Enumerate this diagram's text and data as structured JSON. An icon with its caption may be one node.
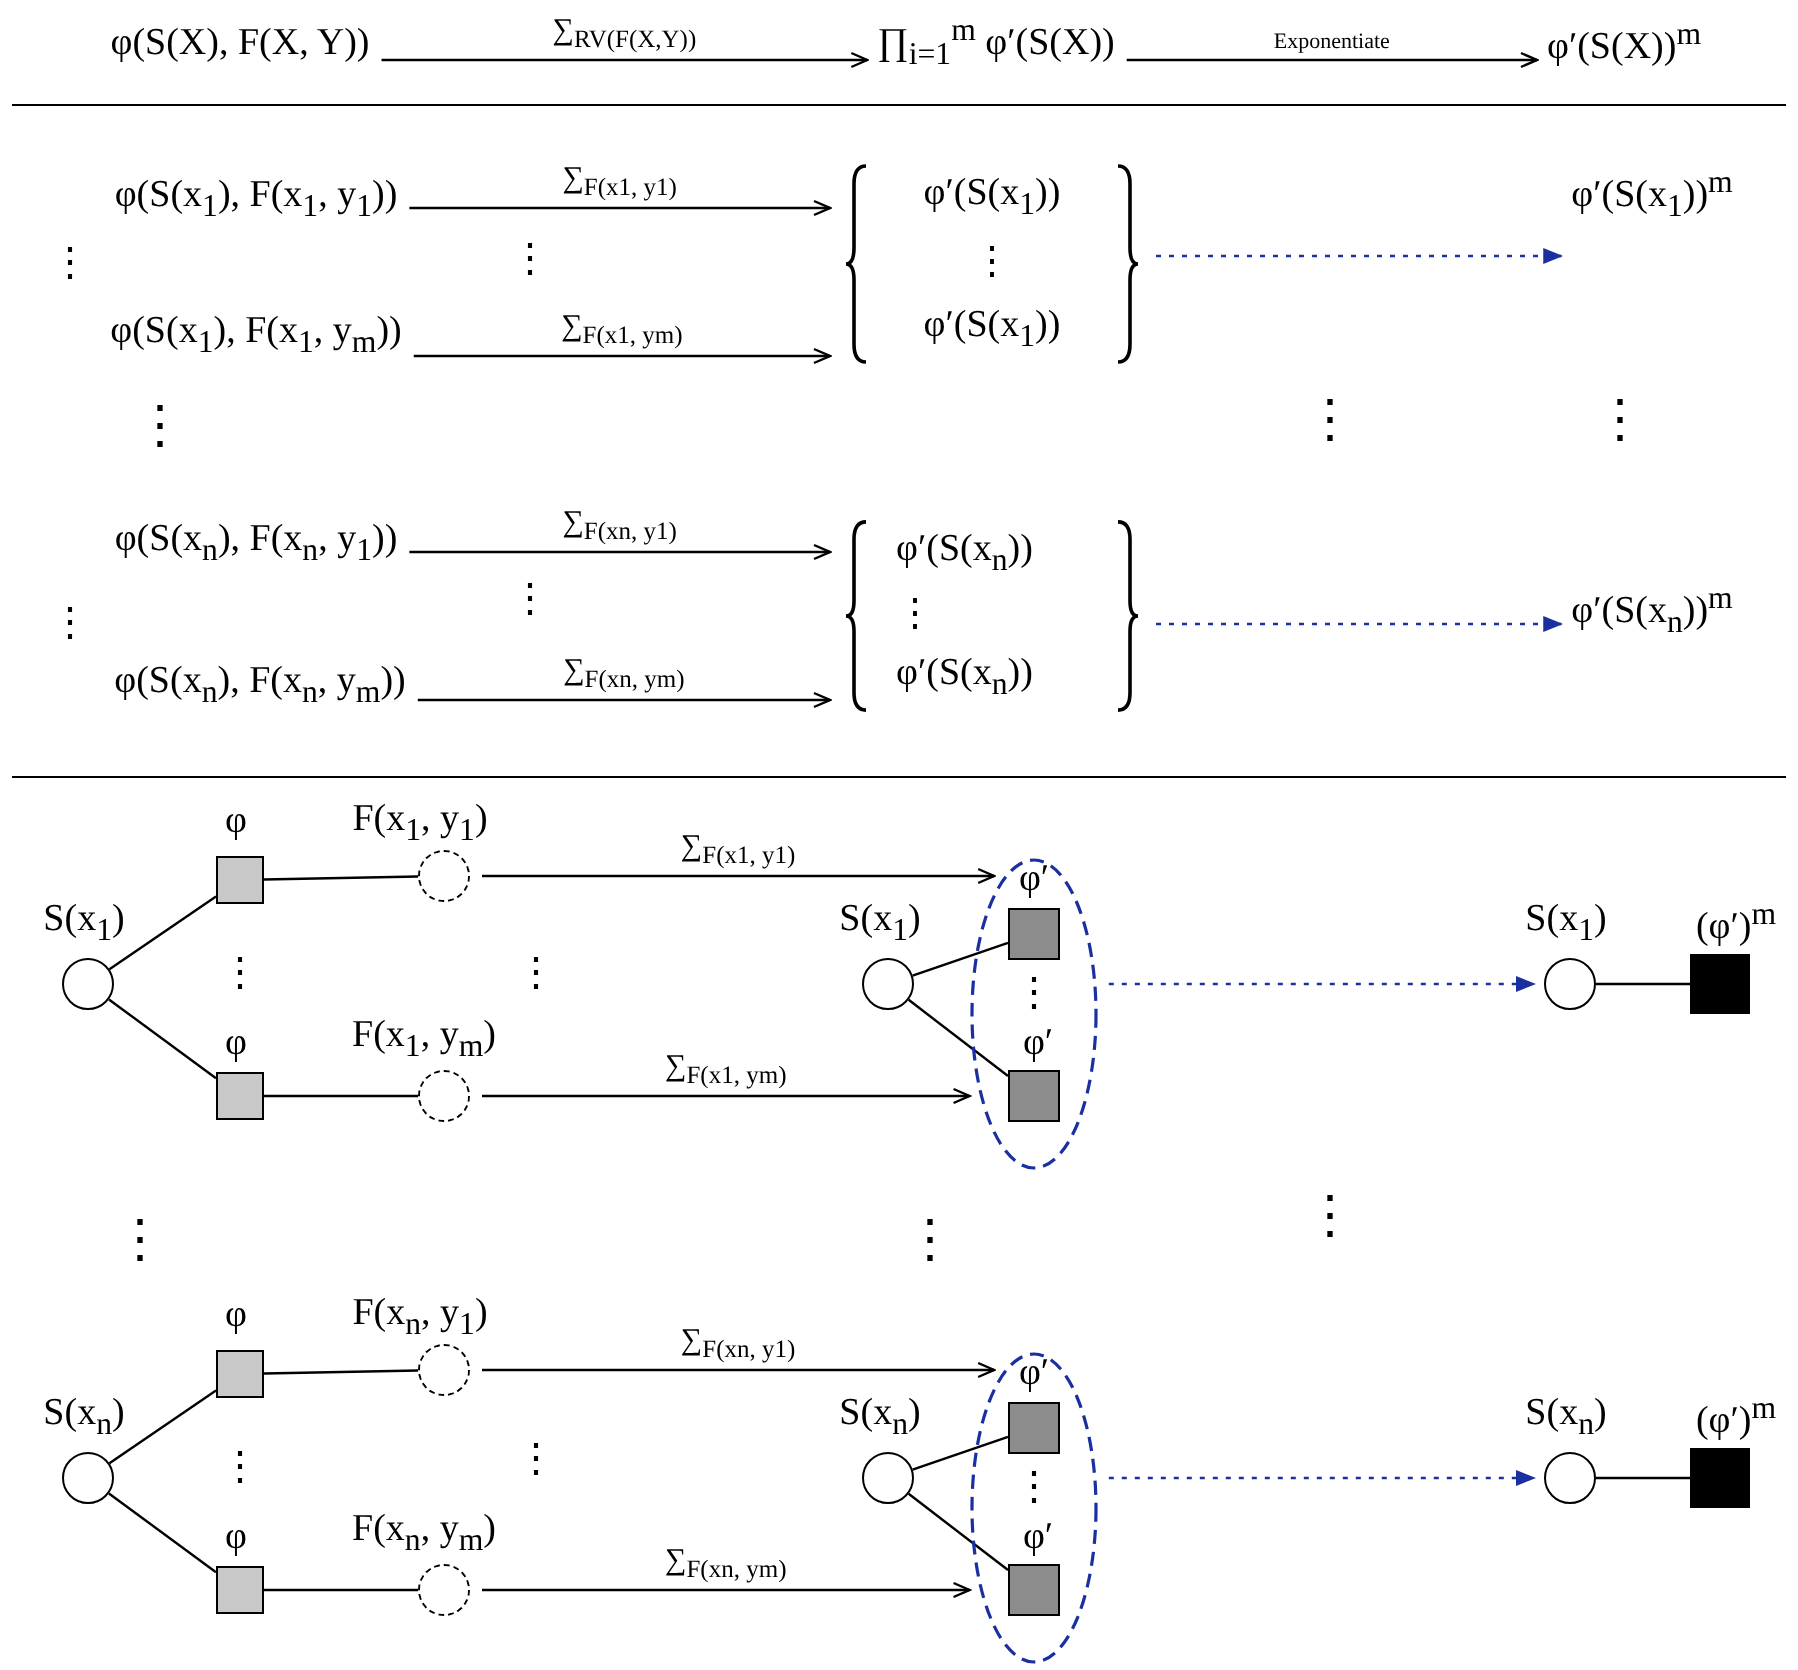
{
  "diagram": {
    "nodes": [
      {
        "text": [
          "φ(S(X), F(X, Y))"
        ]
      },
      {
        "text": [
          "∏$_{i=1}$$^{m}$ φ′(S(X))"
        ]
      },
      {
        "text": [
          "φ′(S(X))$^{m}$"
        ]
      },
      {
        "text": [
          "φ(S(x$_{1}$), F(x$_{1}$, y$_{1}$))"
        ]
      },
      {
        "text": [
          "φ(S(x$_{1}$), F(x$_{1}$, y$_{m}$))"
        ]
      },
      {
        "text": [
          "φ′(S(x$_{1}$))",
          "⋮",
          "φ′(S(x$_{1}$))"
        ]
      },
      {
        "text": [
          "φ′(S(x$_{1}$))$^{m}$"
        ]
      },
      {
        "text": [
          "φ(S(x$_{n}$), F(x$_{n}$, y$_{1}$))"
        ]
      },
      {
        "text": [
          "φ(S(x$_{n}$), F(x$_{n}$, y$_{m}$))"
        ]
      },
      {
        "text": [
          "φ′(S(x$_{n}$))",
          "⋮",
          "φ′(S(x$_{n}$))"
        ]
      },
      {
        "text": [
          "φ′(S(x$_{n}$))$^{m}$"
        ]
      },
      {
        "text": [],
        "shape": "circle",
        "beside": [
          "S(x$_{1}$)"
        ]
      },
      {
        "text": [],
        "shape": "box",
        "beside": [
          "φ"
        ]
      },
      {
        "text": [],
        "shape": "circle",
        "beside": [
          "F(x$_{1}$, y$_{1}$)"
        ]
      },
      {
        "text": [],
        "shape": "box",
        "beside": [
          "φ"
        ]
      },
      {
        "text": [],
        "shape": "circle",
        "beside": [
          "F(x$_{1}$, y$_{m}$)"
        ]
      },
      {
        "text": [],
        "shape": "circle",
        "beside": [
          "S(x$_{1}$)"
        ]
      },
      {
        "text": [],
        "shape": "ellipse"
      },
      {
        "text": [],
        "shape": "box",
        "in": 17,
        "beside": [
          "φ′"
        ]
      },
      {
        "text": [],
        "shape": "box",
        "in": 17,
        "beside": [
          "φ′"
        ]
      },
      {
        "text": [],
        "shape": "circle",
        "beside": [
          "S(x$_{1}$)"
        ]
      },
      {
        "text": [],
        "shape": "box",
        "beside": [
          "(φ′)$^{m}$"
        ]
      },
      {
        "text": [],
        "shape": "circle",
        "beside": [
          "S(x$_{n}$)"
        ]
      },
      {
        "text": [],
        "shape": "box",
        "beside": [
          "φ"
        ]
      },
      {
        "text": [],
        "shape": "circle",
        "beside": [
          "F(x$_{n}$, y$_{1}$)"
        ]
      },
      {
        "text": [],
        "shape": "box",
        "beside": [
          "φ"
        ]
      },
      {
        "text": [],
        "shape": "circle",
        "beside": [
          "F(x$_{n}$, y$_{m}$)"
        ]
      },
      {
        "text": [],
        "shape": "circle",
        "beside": [
          "S(x$_{n}$)"
        ]
      },
      {
        "text": [],
        "shape": "ellipse"
      },
      {
        "text": [],
        "shape": "box",
        "in": 28,
        "beside": [
          "φ′"
        ]
      },
      {
        "text": [],
        "shape": "box",
        "in": 28,
        "beside": [
          "φ′"
        ]
      },
      {
        "text": [],
        "shape": "circle",
        "beside": [
          "S(x$_{n}$)"
        ]
      },
      {
        "text": [],
        "shape": "box",
        "beside": [
          "(φ′)$^{m}$"
        ]
      }
    ],
    "edges": [
      {
        "from": 0,
        "to": 1,
        "arrow": "to",
        "label": "∑$_{RV(F(X,Y))}$"
      },
      {
        "from": 1,
        "to": 2,
        "arrow": "to",
        "label": "Exponentiate"
      },
      {
        "from": 3,
        "to": 5,
        "arrow": "to",
        "label": "∑$_{F(x1, y1)}$"
      },
      {
        "from": 4,
        "to": 5,
        "arrow": "to",
        "label": "∑$_{F(x1, ym)}$"
      },
      {
        "from": 5,
        "to": 6,
        "arrow": "to",
        "style": "dashed",
        "color": "#1a2fa0"
      },
      {
        "from": 7,
        "to": 9,
        "arrow": "to",
        "label": "∑$_{F(xn, y1)}$"
      },
      {
        "from": 8,
        "to": 9,
        "arrow": "to",
        "label": "∑$_{F(xn, ym)}$"
      },
      {
        "from": 9,
        "to": 10,
        "arrow": "to",
        "style": "dashed",
        "color": "#1a2fa0"
      },
      {
        "from": 11,
        "to": 12,
        "arrow": "none"
      },
      {
        "from": 12,
        "to": 13,
        "arrow": "none"
      },
      {
        "from": 11,
        "to": 14,
        "arrow": "none"
      },
      {
        "from": 14,
        "to": 15,
        "arrow": "none"
      },
      {
        "from": 13,
        "to": 17,
        "arrow": "to",
        "label": "∑$_{F(x1, y1)}$"
      },
      {
        "from": 15,
        "to": 17,
        "arrow": "to",
        "label": "∑$_{F(x1, ym)}$"
      },
      {
        "from": 16,
        "to": 18,
        "arrow": "none"
      },
      {
        "from": 16,
        "to": 19,
        "arrow": "none"
      },
      {
        "from": 17,
        "to": 20,
        "arrow": "to",
        "style": "dashed",
        "color": "#1a2fa0"
      },
      {
        "from": 20,
        "to": 21,
        "arrow": "none"
      },
      {
        "from": 22,
        "to": 23,
        "arrow": "none"
      },
      {
        "from": 23,
        "to": 24,
        "arrow": "none"
      },
      {
        "from": 22,
        "to": 25,
        "arrow": "none"
      },
      {
        "from": 25,
        "to": 26,
        "arrow": "none"
      },
      {
        "from": 24,
        "to": 28,
        "arrow": "to",
        "label": "∑$_{F(xn, y1)}$"
      },
      {
        "from": 26,
        "to": 28,
        "arrow": "to",
        "label": "∑$_{F(xn, ym)}$"
      },
      {
        "from": 27,
        "to": 29,
        "arrow": "none"
      },
      {
        "from": 27,
        "to": 30,
        "arrow": "none"
      },
      {
        "from": 28,
        "to": 31,
        "arrow": "to",
        "style": "dashed",
        "color": "#1a2fa0"
      },
      {
        "from": 31,
        "to": 32,
        "arrow": "none"
      }
    ],
    "labels": [
      "⋮",
      "⋮",
      "⋮",
      "⋮",
      "⋮",
      "⋮",
      "⋮",
      "⋮",
      "⋮",
      "⋮",
      "⋮",
      "⋮",
      "⋮",
      "⋮",
      "⋮",
      "⋮"
    ]
  }
}
